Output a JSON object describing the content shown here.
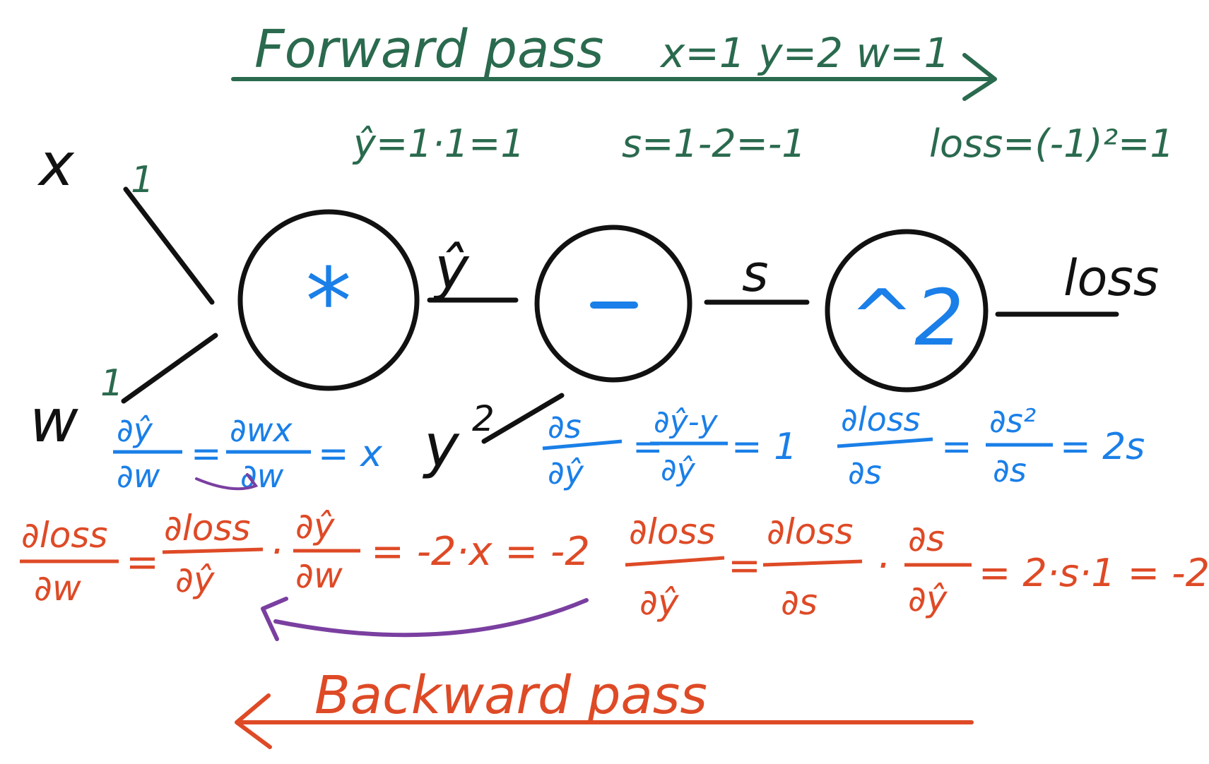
{
  "forward": {
    "title": "Forward pass",
    "inputs": "x=1  y=2  w=1",
    "yhat_eq": "ŷ=1·1=1",
    "s_eq": "s=1-2=-1",
    "loss_eq": "loss=(-1)²=1"
  },
  "graph": {
    "x_label": "x",
    "w_label": "w",
    "x_val": "1",
    "w_val": "1",
    "node_mul": "*",
    "yhat_label": "ŷ",
    "node_sub": "-",
    "y_label": "y",
    "y_val": "2",
    "s_label": "s",
    "node_sq": "^2",
    "loss_label": "loss"
  },
  "local_grads": {
    "dyhat_dw": {
      "num": "∂ŷ",
      "den": "∂w",
      "mid_num": "∂wx",
      "mid_den": "∂w",
      "result": "= x"
    },
    "ds_dyhat": {
      "num": "∂s",
      "den": "∂ŷ",
      "mid_num": "∂ŷ-y",
      "mid_den": "∂ŷ",
      "result": "= 1"
    },
    "dloss_ds": {
      "num": "∂loss",
      "den": "∂s",
      "mid_num": "∂s²",
      "mid_den": "∂s",
      "result": "= 2s"
    }
  },
  "chain": {
    "left": {
      "lhs_num": "∂loss",
      "lhs_den": "∂w",
      "t1_num": "∂loss",
      "t1_den": "∂ŷ",
      "t2_num": "∂ŷ",
      "t2_den": "∂w",
      "result": "= -2·x = -2"
    },
    "right": {
      "lhs_num": "∂loss",
      "lhs_den": "∂ŷ",
      "t1_num": "∂loss",
      "t1_den": "∂s",
      "t2_num": "∂s",
      "t2_den": "∂ŷ",
      "result": "= 2·s·1 = -2"
    }
  },
  "backward": {
    "title": "Backward pass"
  },
  "colors": {
    "forward": "#2a6a4e",
    "local": "#1a7fe8",
    "chain": "#de4a26",
    "flow": "#7a3fa0",
    "ink": "#111111"
  }
}
